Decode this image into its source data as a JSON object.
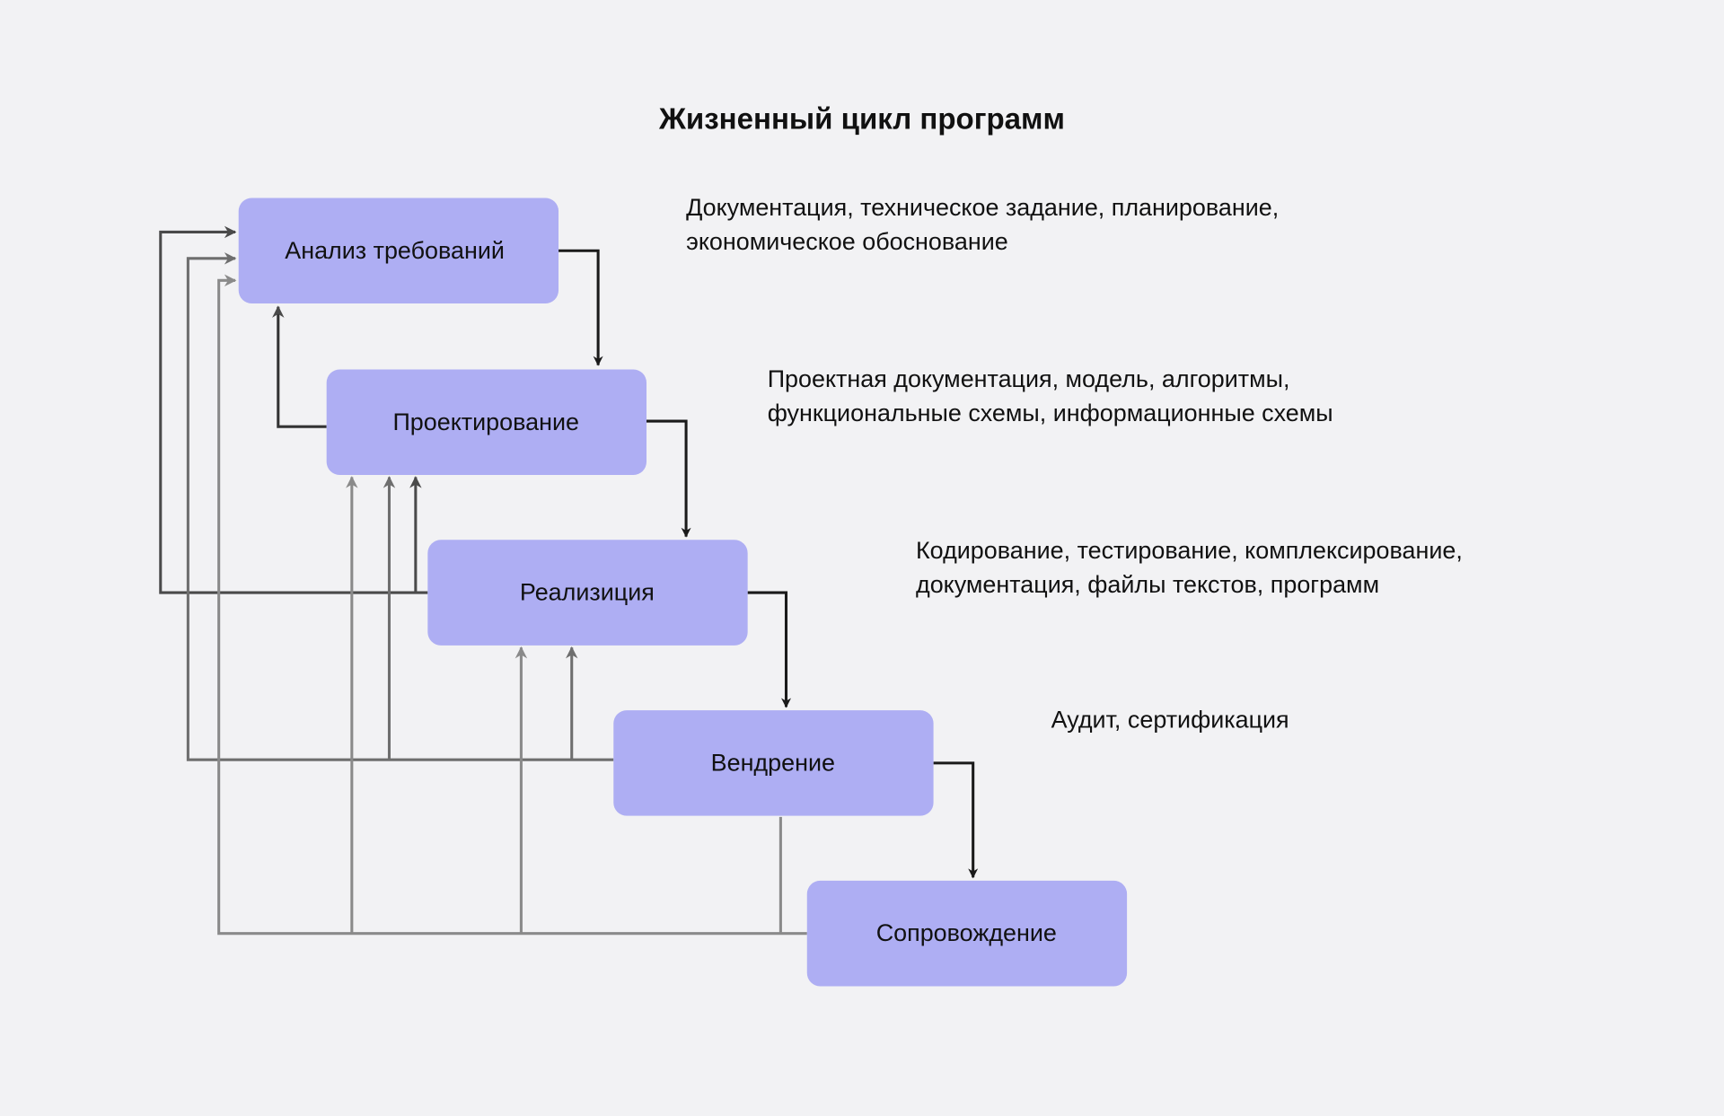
{
  "title": "Жизненный цикл программ",
  "stages": [
    {
      "label": "Анализ требований",
      "note": [
        "Документация, техническое задание, планирование,",
        "экономическое обоснование"
      ]
    },
    {
      "label": "Проектирование",
      "note": [
        "Проектная документация, модель, алгоритмы,",
        "функциональные схемы, информационные схемы"
      ]
    },
    {
      "label": "Реализиция",
      "note": [
        "Кодирование, тестирование, комплексирование,",
        "документация, файлы текстов, программ"
      ]
    },
    {
      "label": "Вендрение",
      "note": [
        "Аудит, сертификация"
      ]
    },
    {
      "label": "Сопровождение",
      "note": []
    }
  ],
  "colors": {
    "background": "#f2f2f4",
    "box": "#aeaef3",
    "main_arrow": "#1a1a1a",
    "feedback_dark": "#4a4a4a",
    "feedback_mid": "#6e6e6e",
    "feedback_light": "#8a8a8a"
  }
}
